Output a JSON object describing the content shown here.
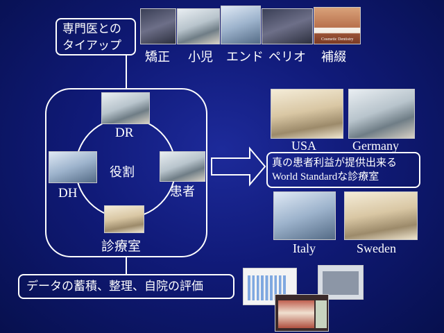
{
  "specialist_box": {
    "line1": "専門医との",
    "line2": "タイアップ"
  },
  "specialties": [
    "矯正",
    "小児",
    "エンド",
    "ペリオ",
    "補綴"
  ],
  "cosmetic_caption": "Cosmetic Dentistry",
  "roles": {
    "center": "役割",
    "dr": "DR",
    "dh": "DH",
    "patient": "患者",
    "room": "診療室"
  },
  "countries": {
    "usa": "USA",
    "germany": "Germany",
    "italy": "Italy",
    "sweden": "Sweden"
  },
  "benefit_box": {
    "line1": "真の患者利益が提供出来る",
    "line2": "World Standardな診療室"
  },
  "data_box": {
    "text": "データの蓄積、整理、自院の評価"
  },
  "colors": {
    "background": "#101a78",
    "line": "#ffffff"
  }
}
